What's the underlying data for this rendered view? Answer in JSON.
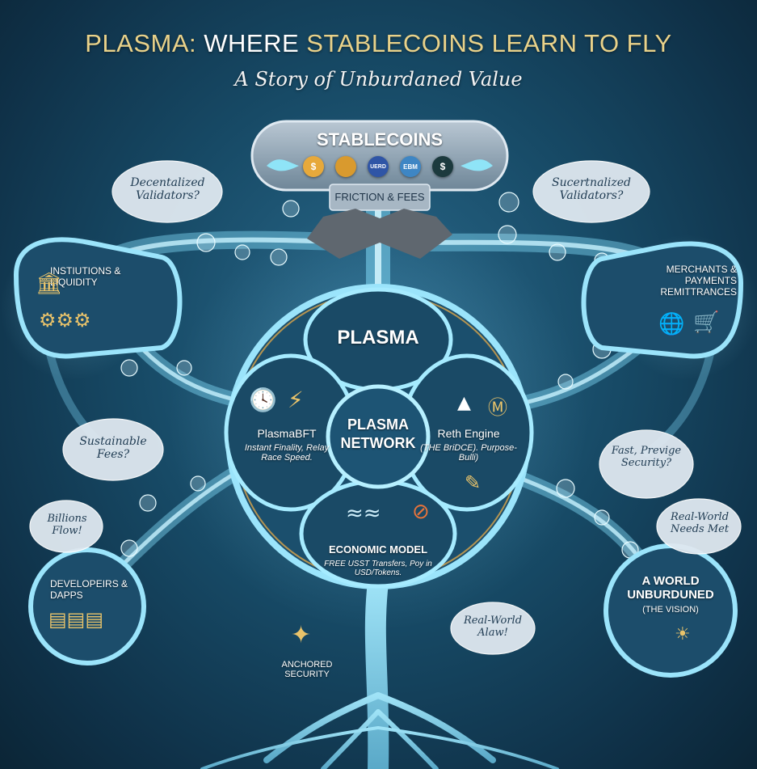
{
  "header": {
    "title_part1": "PLASMA: ",
    "title_part2": "WHERE ",
    "title_part3": "STABLECOINS ",
    "title_part4": "LEARN TO FLY",
    "subtitle": "A Story of Unburdaned Value"
  },
  "top": {
    "stablecoins_label": "STABLECOINS",
    "coins": [
      "$",
      "",
      "UERD",
      "EBM",
      "$"
    ],
    "friction_label": "FRICTION & FEES"
  },
  "bubbles": {
    "top_left": "Decentalized Validators?",
    "top_right": "Sucertnalized Validators?",
    "mid_left": "Sustainable Fees?",
    "left_low": "Billions Flow!",
    "right_mid": "Fast, Previge Security?",
    "right_low": "Real-World Needs Met",
    "bottom_mid": "Real-World Alaw!"
  },
  "nodes": {
    "institutions": "INSTIUTIONS & LIQUIDITY",
    "merchants": "MERCHANTS & PAYMENTS REMITTRANCES",
    "developers": "DEVELOPEIRS & DAPPS",
    "world_title": "A WORLD UNBURDUNED",
    "world_sub": "(THE VISION)",
    "anchored": "ANCHORED SECURITY"
  },
  "plasma": {
    "top_label": "PLASMA",
    "center_label": "PLASMA NETWORK",
    "left_title": "PlasmaBFT",
    "left_sub": "Instant Finality, Relay Race Speed.",
    "right_title": "Reth Engine",
    "right_sub": "(THE BriDCE). Purpose-Bulli)",
    "bottom_title": "ECONOMIC MODEL",
    "bottom_sub": "FREE USST Transfers, Poy in USD/Tokens."
  },
  "colors": {
    "flow": "#7fd8f5",
    "gold": "#e9c36a",
    "node_fill": "#1c4d6b",
    "bubble": "#dfe8f0"
  }
}
